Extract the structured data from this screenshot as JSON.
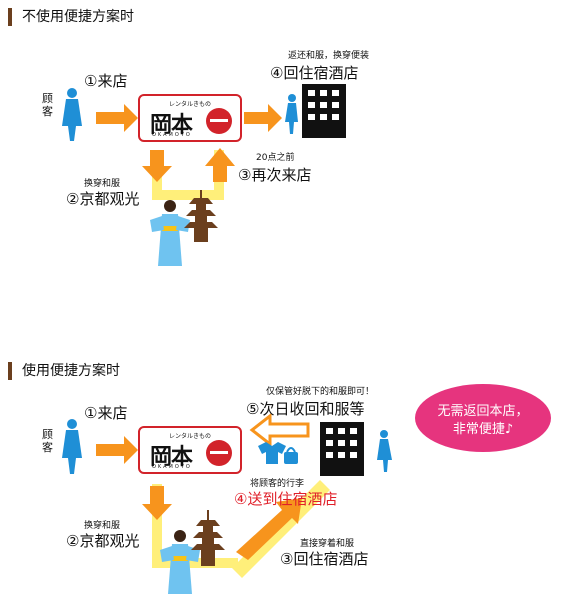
{
  "section1": {
    "title": "不使用便捷方案时",
    "customer": "顾客",
    "step1": "①来店",
    "step2_note": "换穿和服",
    "step2": "②京都观光",
    "step3_note": "20点之前",
    "step3": "③再次来店",
    "step4_note": "返还和服，换穿便装",
    "step4": "④回住宿酒店"
  },
  "section2": {
    "title": "使用便捷方案时",
    "customer": "顾客",
    "step1": "①来店",
    "step2_note": "换穿和服",
    "step2": "②京都观光",
    "step3_note": "直接穿着和服",
    "step3": "③回住宿酒店",
    "step4_note": "将顾客的行李",
    "step4": "④送到住宿酒店",
    "step5_note": "仅保管好脱下的和服即可！",
    "step5": "⑤次日收回和服等",
    "bubble_line1": "无需返回本店，",
    "bubble_line2": "非常便捷♪"
  },
  "logo": {
    "top_text": "レンタルきもの",
    "main_text": "岡本",
    "sub_text": "OKAMOTO"
  },
  "colors": {
    "orange": "#f7941d",
    "yellow": "#ffef7a",
    "red": "#e0202a",
    "pink": "#e6347e",
    "blue": "#1f8fd6",
    "brown": "#6b3f1e"
  }
}
